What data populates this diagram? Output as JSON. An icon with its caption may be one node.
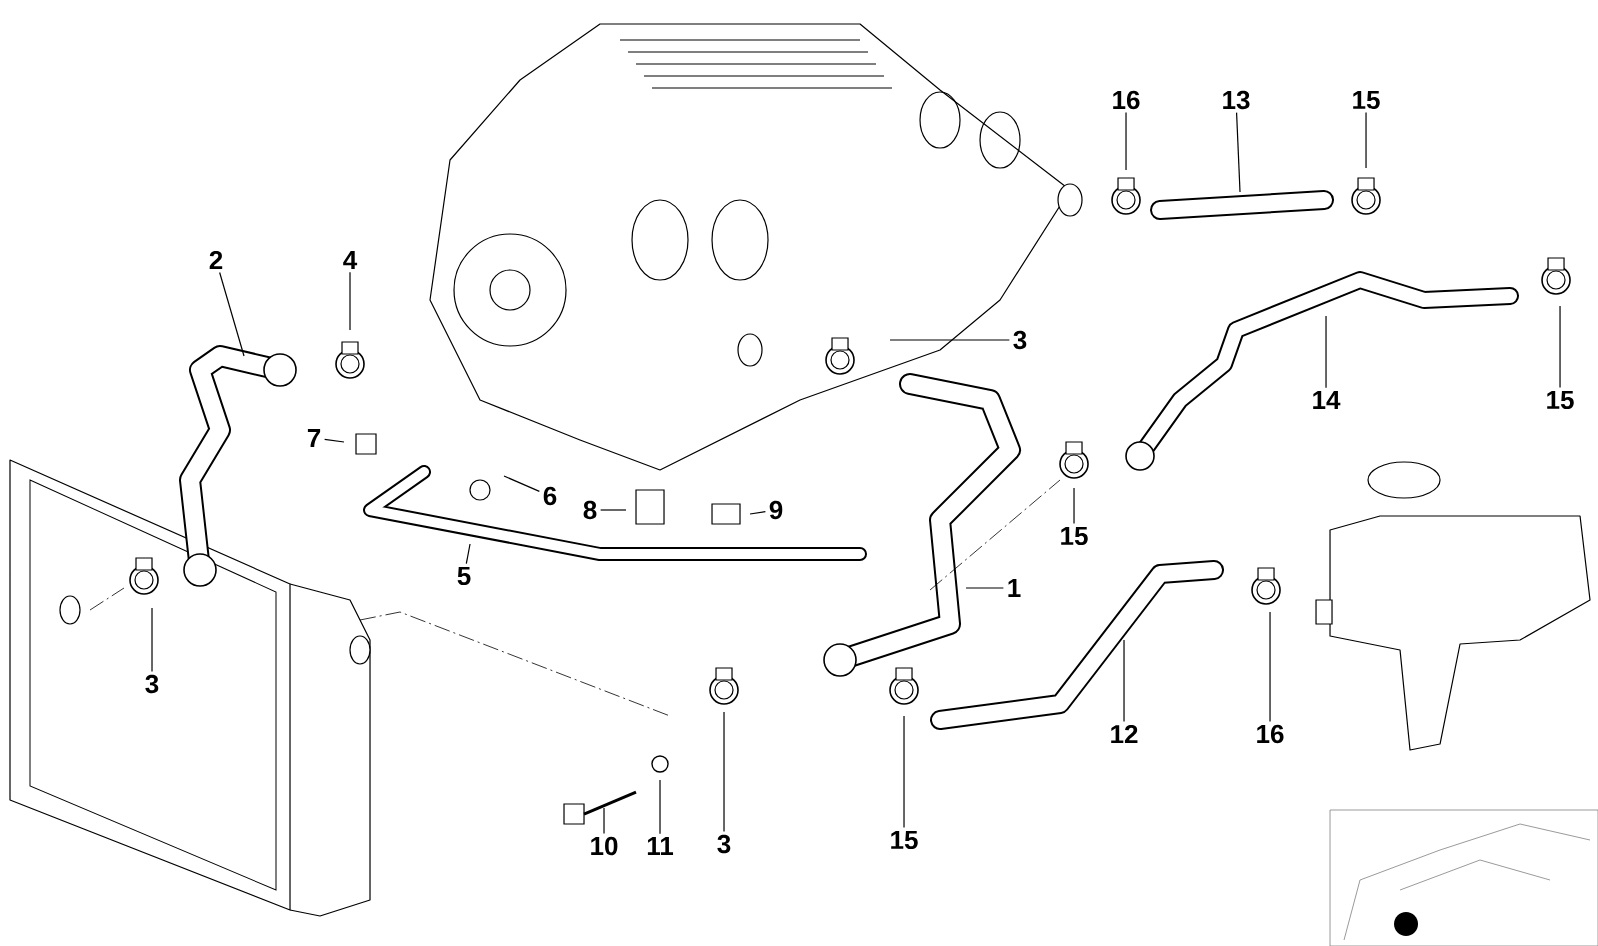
{
  "diagram": {
    "nodes": [
      {
        "text": [
          "2"
        ]
      },
      {
        "text": [
          "4"
        ]
      },
      {
        "text": [
          "16"
        ]
      },
      {
        "text": [
          "13"
        ]
      },
      {
        "text": [
          "15"
        ]
      },
      {
        "text": [
          "3"
        ]
      },
      {
        "text": [
          "14"
        ]
      },
      {
        "text": [
          "15"
        ]
      },
      {
        "text": [
          "7"
        ]
      },
      {
        "text": [
          "6"
        ]
      },
      {
        "text": [
          "8"
        ]
      },
      {
        "text": [
          "9"
        ]
      },
      {
        "text": [
          "5"
        ]
      },
      {
        "text": [
          "15"
        ]
      },
      {
        "text": [
          "1"
        ]
      },
      {
        "text": [
          "3"
        ]
      },
      {
        "text": [
          "12"
        ]
      },
      {
        "text": [
          "16"
        ]
      },
      {
        "text": [
          "3"
        ]
      },
      {
        "text": [
          "15"
        ]
      },
      {
        "text": [
          "10"
        ]
      },
      {
        "text": [
          "11"
        ]
      }
    ],
    "edges": [
      {
        "from": 0,
        "to": null,
        "arrow": "none"
      },
      {
        "from": 1,
        "to": null,
        "arrow": "none"
      },
      {
        "from": 2,
        "to": null,
        "arrow": "none"
      },
      {
        "from": 3,
        "to": null,
        "arrow": "none"
      },
      {
        "from": 4,
        "to": null,
        "arrow": "none"
      },
      {
        "from": 5,
        "to": null,
        "arrow": "none"
      },
      {
        "from": 6,
        "to": null,
        "arrow": "none"
      },
      {
        "from": 7,
        "to": null,
        "arrow": "none"
      },
      {
        "from": 8,
        "to": null,
        "arrow": "none"
      },
      {
        "from": 9,
        "to": null,
        "arrow": "none"
      },
      {
        "from": 10,
        "to": null,
        "arrow": "none"
      },
      {
        "from": 11,
        "to": null,
        "arrow": "none"
      },
      {
        "from": 12,
        "to": null,
        "arrow": "none"
      },
      {
        "from": 13,
        "to": null,
        "arrow": "none"
      },
      {
        "from": 14,
        "to": null,
        "arrow": "none"
      },
      {
        "from": 15,
        "to": null,
        "arrow": "none"
      },
      {
        "from": 16,
        "to": null,
        "arrow": "none"
      },
      {
        "from": 17,
        "to": null,
        "arrow": "none"
      },
      {
        "from": 18,
        "to": null,
        "arrow": "none"
      },
      {
        "from": 19,
        "to": null,
        "arrow": "none"
      },
      {
        "from": 20,
        "to": null,
        "arrow": "none"
      },
      {
        "from": 21,
        "to": null,
        "arrow": "none"
      }
    ]
  }
}
